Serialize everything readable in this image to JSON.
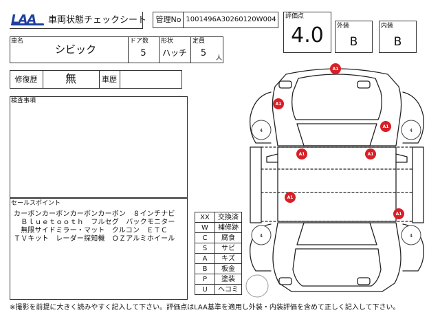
{
  "header": {
    "logo_text": "LAA",
    "title": "車両状態チェックシート",
    "kanri_label": "管理No",
    "kanri_value": "1001496A30260120W004"
  },
  "score": {
    "label": "評価点",
    "value": "4.0",
    "exterior_label": "外装",
    "exterior_value": "B",
    "interior_label": "内装",
    "interior_value": "B"
  },
  "vehicle": {
    "name_label": "車名",
    "name_value": "シビック",
    "doors_label": "ドア数",
    "doors_value": "5",
    "shape_label": "形状",
    "shape_value": "ハッチ",
    "capacity_label": "定員",
    "capacity_value": "5",
    "capacity_unit": "人"
  },
  "history": {
    "repair_label": "修復歴",
    "repair_value": "無",
    "vehicle_history_label": "車歴",
    "vehicle_history_value": ""
  },
  "inspection": {
    "label": "検査事項",
    "text": ""
  },
  "sales_points": {
    "label": "セールスポイント",
    "lines": [
      "カーボンカーボンカーボンカーボン　８インチナビ",
      "　Ｂｌｕｅｔｏｏｔｈ　フルセグ　バックモニター",
      "　無限サイドミラー・マット　クルコン　ＥＴＣ",
      "ＴＶキット　レーダー探知機　ＯＺアルミホイール"
    ]
  },
  "legend": [
    {
      "code": "XX",
      "name": "交換済"
    },
    {
      "code": "W",
      "name": "補修跡"
    },
    {
      "code": "C",
      "name": "腐食"
    },
    {
      "code": "S",
      "name": "サビ"
    },
    {
      "code": "A",
      "name": "キズ"
    },
    {
      "code": "B",
      "name": "板金"
    },
    {
      "code": "P",
      "name": "塗装"
    },
    {
      "code": "U",
      "name": "ヘコミ"
    }
  ],
  "diagram": {
    "damage_marks": [
      "A1",
      "A1",
      "A1",
      "A1",
      "A1",
      "A1",
      "A1"
    ],
    "tire_values": [
      "4",
      "4",
      "4",
      "4"
    ],
    "damage_color": "#d81f26"
  },
  "footer": {
    "note": "※撮影を前提に大きく読みやすく記入して下さい。評価点はLAA基準を適用し外装・内装評価を含めて正しく記入して下さい。"
  }
}
